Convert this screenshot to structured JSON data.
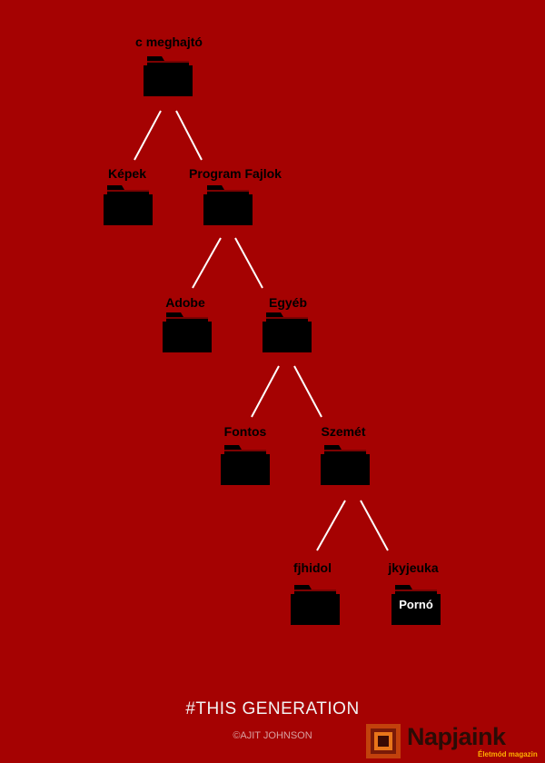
{
  "tree": {
    "root": "c meghajtó",
    "level1": [
      "Képek",
      "Program Fajlok"
    ],
    "level2": [
      "Adobe",
      "Egyéb"
    ],
    "level3": [
      "Fontos",
      "Szemét"
    ],
    "level4": [
      "fjhidol",
      "jkyjeuka"
    ],
    "hidden_folder_tag": "Pornó"
  },
  "footer": {
    "title": "#THIS GENERATION",
    "credit": "©AJIT JOHNSON"
  },
  "brand": {
    "name": "Napjaink",
    "subtitle": "Életmód magazin",
    "name_color": "#2a0c06",
    "subtitle_color": "#ffb000"
  },
  "colors": {
    "background": "#a50202",
    "folder": "#000000",
    "connector": "#ffffff"
  }
}
